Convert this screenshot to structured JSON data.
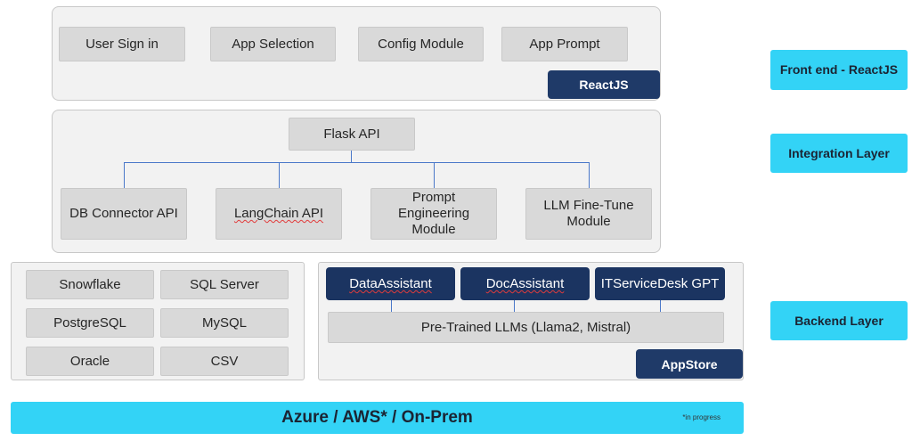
{
  "frontend": {
    "boxes": [
      "User Sign in",
      "App Selection",
      "Config Module",
      "App Prompt"
    ],
    "tag": "ReactJS"
  },
  "integration": {
    "root": "Flask API",
    "children": [
      "DB Connector API",
      "LangChain API",
      "Prompt Engineering Module",
      "LLM Fine-Tune Module"
    ]
  },
  "backend": {
    "databases": [
      "Snowflake",
      "SQL Server",
      "PostgreSQL",
      "MySQL",
      "Oracle",
      "CSV"
    ],
    "apps": [
      "DataAssistant",
      "DocAssistant",
      "ITServiceDesk GPT"
    ],
    "llms": "Pre-Trained LLMs (Llama2, Mistral)",
    "tag": "AppStore"
  },
  "layers": {
    "frontend": "Front end - ReactJS",
    "integration": "Integration Layer",
    "backend": "Backend Layer"
  },
  "footer": {
    "title": "Azure / AWS* / On-Prem",
    "note": "*in progress"
  },
  "colors": {
    "accent": "#33d3f6",
    "navy": "#1b3461",
    "box": "#d9d9d9",
    "connector": "#4a78c9"
  }
}
